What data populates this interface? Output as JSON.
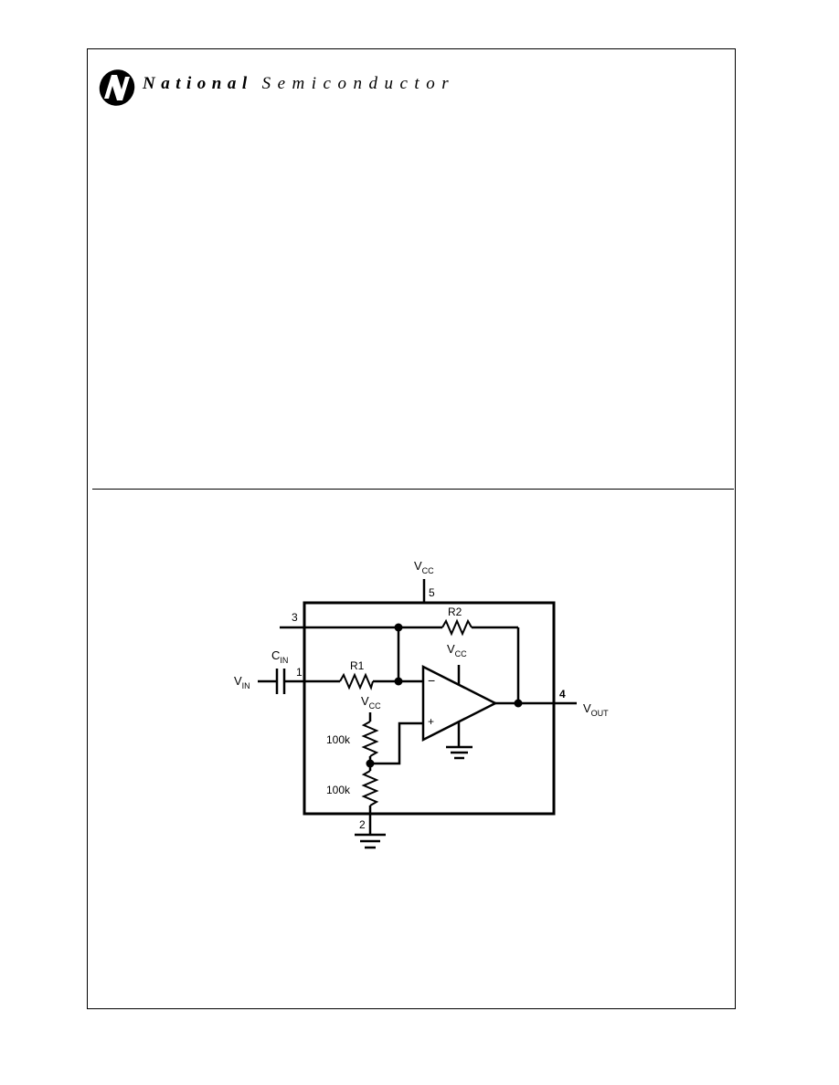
{
  "header": {
    "brand_bold": "National",
    "brand_light": "Semiconductor",
    "logo_icon": "national-semiconductor-logo-icon"
  },
  "schematic": {
    "vcc_top": {
      "main": "V",
      "sub": "CC"
    },
    "pin5": "5",
    "pin3": "3",
    "r2": "R2",
    "vcc_opamp": {
      "main": "V",
      "sub": "CC"
    },
    "cin": {
      "main": "C",
      "sub": "IN"
    },
    "pin1": "1",
    "r1": "R1",
    "vin": {
      "main": "V",
      "sub": "IN"
    },
    "minus": "−",
    "plus": "+",
    "pin4": "4",
    "vout": {
      "main": "V",
      "sub": "OUT"
    },
    "vcc_divider": {
      "main": "V",
      "sub": "CC"
    },
    "res_upper": "100k",
    "res_lower": "100k",
    "pin2": "2"
  }
}
